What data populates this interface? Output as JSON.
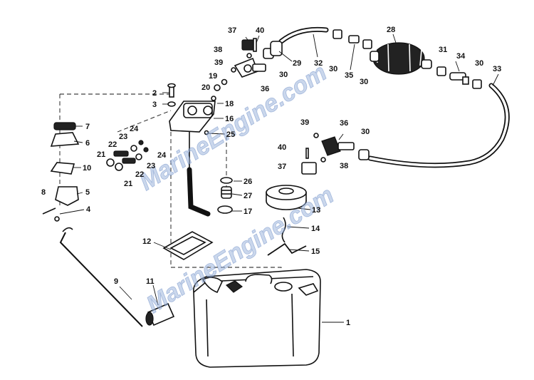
{
  "watermark": {
    "text": "MarineEngine.com"
  },
  "callouts": {
    "c1": "1",
    "c2": "2",
    "c3": "3",
    "c4": "4",
    "c5": "5",
    "c6": "6",
    "c7": "7",
    "c8": "8",
    "c9": "9",
    "c10": "10",
    "c11": "11",
    "c12": "12",
    "c13": "13",
    "c14": "14",
    "c15": "15",
    "c16": "16",
    "c17": "17",
    "c18": "18",
    "c19": "19",
    "c20": "20",
    "c21a": "21",
    "c21b": "21",
    "c22a": "22",
    "c22b": "22",
    "c23a": "23",
    "c23b": "23",
    "c24a": "24",
    "c24b": "24",
    "c25": "25",
    "c26": "26",
    "c27": "27",
    "c28": "28",
    "c29": "29",
    "c30a": "30",
    "c30b": "30",
    "c30c": "30",
    "c30d": "30",
    "c30e": "30",
    "c31": "31",
    "c32": "32",
    "c33": "33",
    "c34": "34",
    "c35": "35",
    "c36a": "36",
    "c36b": "36",
    "c37a": "37",
    "c37b": "37",
    "c38a": "38",
    "c38b": "38",
    "c39a": "39",
    "c39b": "39",
    "c40a": "40",
    "c40b": "40"
  }
}
